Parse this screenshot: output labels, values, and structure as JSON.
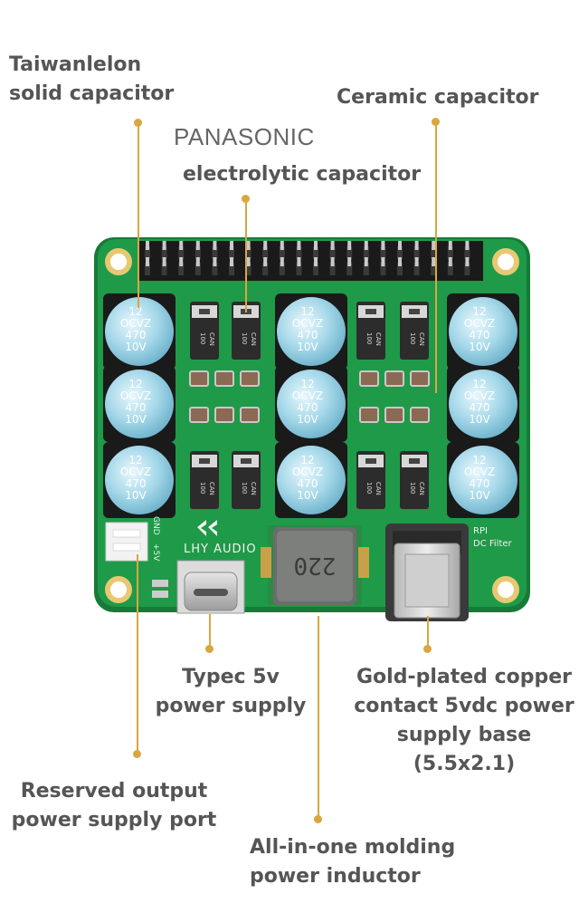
{
  "labels": {
    "taiwan_line1": "Taiwanlelon",
    "taiwan_line2": "solid capacitor",
    "ceramic": "Ceramic capacitor",
    "panasonic_brand": "PANASONIC",
    "electrolytic": "electrolytic capacitor",
    "typec_line1": "Typec 5v",
    "typec_line2": "power supply",
    "gold_line1": "Gold-plated copper",
    "gold_line2": "contact 5vdc power",
    "gold_line3": "supply base",
    "gold_line4": "(5.5x2.1)",
    "reserved_line1": "Reserved output",
    "reserved_line2": "power supply port",
    "inductor_line1": "All-in-one molding",
    "inductor_line2": "power inductor"
  },
  "board": {
    "logo_text": "LHY AUDIO",
    "rpi_line1": "RPI",
    "rpi_line2": "DC Filter",
    "gnd": "GND",
    "plus5v": "+5V",
    "inductor_marking": "220",
    "cap_marking": [
      "12",
      "OCVZ",
      "470",
      "10V"
    ],
    "tant_marking": [
      "100",
      "CAN"
    ]
  },
  "colors": {
    "pcb": "#1f9a48",
    "pcb_edge": "#177a38",
    "capacitor": "#9fd4e6",
    "leader": "#d9a640",
    "text": "#555555"
  }
}
